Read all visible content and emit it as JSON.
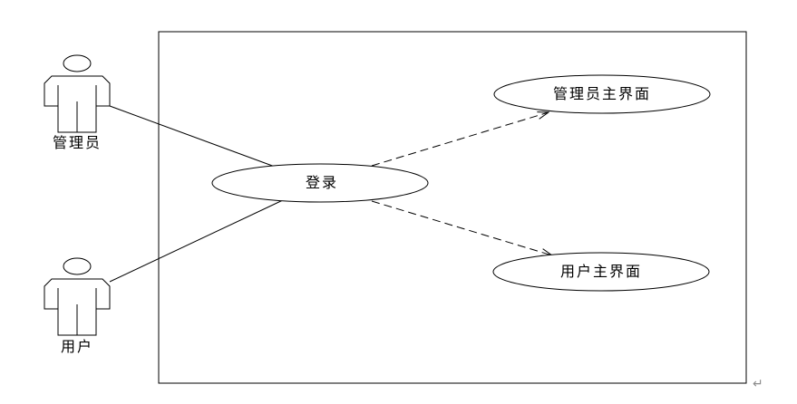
{
  "actors": {
    "admin": {
      "label": "管理员"
    },
    "user": {
      "label": "用户"
    }
  },
  "use_cases": {
    "login": {
      "label": "登录"
    },
    "admin_main": {
      "label": "管理员主界面"
    },
    "user_main": {
      "label": "用户主界面"
    }
  },
  "associations": [
    {
      "from": "管理员",
      "to": "登录",
      "style": "solid"
    },
    {
      "from": "用户",
      "to": "登录",
      "style": "solid"
    },
    {
      "from": "登录",
      "to": "管理员主界面",
      "style": "dashed-arrow"
    },
    {
      "from": "登录",
      "to": "用户主界面",
      "style": "dashed-arrow"
    }
  ],
  "paragraph_mark": "↵",
  "colors": {
    "stroke": "#000000",
    "background": "#ffffff",
    "paragraph_mark": "#8c8c8c"
  }
}
